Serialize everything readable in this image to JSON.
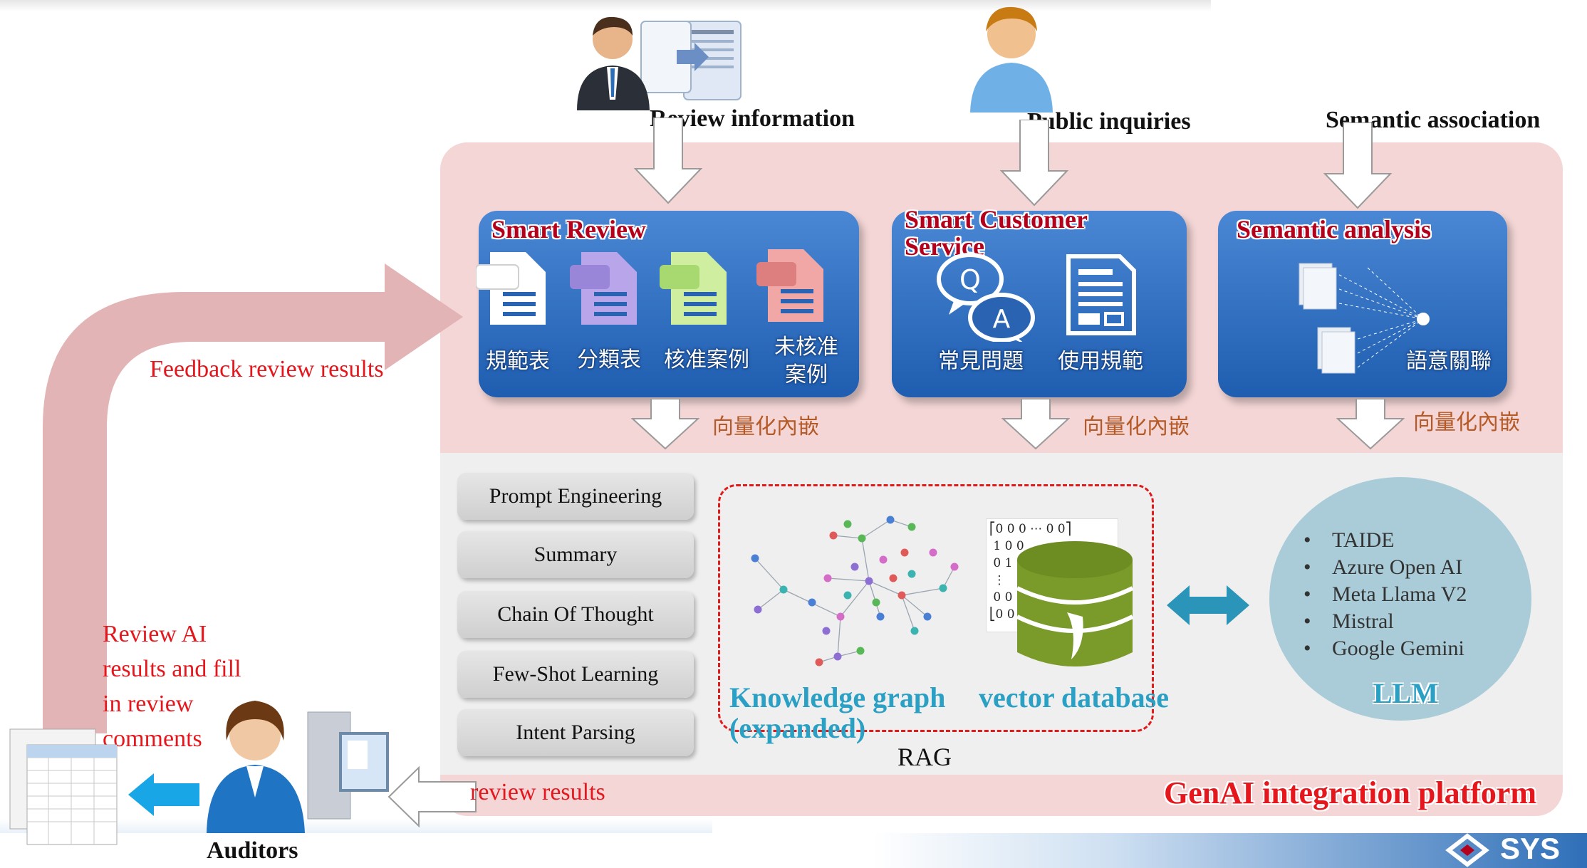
{
  "inputs": {
    "review_information": "Review information",
    "public_inquiries": "Public inquiries",
    "semantic_association": "Semantic association"
  },
  "smart_review": {
    "title": "Smart Review",
    "items": [
      "規範表",
      "分類表",
      "核准案例",
      "未核准\n案例"
    ]
  },
  "smart_customer_service": {
    "title": "Smart Customer\nService",
    "items": [
      "常見問題",
      "使用規範"
    ]
  },
  "semantic_analysis": {
    "title": "Semantic analysis",
    "item": "語意關聯"
  },
  "vectorization_label": "向量化內嵌",
  "techniques": [
    "Prompt Engineering",
    "Summary",
    "Chain Of Thought",
    "Few-Shot Learning",
    "Intent Parsing"
  ],
  "rag": {
    "label": "RAG",
    "knowledge_graph": "Knowledge graph\n(expanded)",
    "vector_database": "vector database"
  },
  "llm": {
    "label": "LLM",
    "models": [
      "TAIDE",
      "Azure Open AI",
      "Meta Llama V2",
      "Mistral",
      "Google Gemini"
    ]
  },
  "feedback_review_results": "Feedback review results",
  "review_ai_results": "Review AI\nresults and fill\nin review\ncomments",
  "review_results": "review results",
  "auditors": "Auditors",
  "platform_name": "GenAI integration platform",
  "logo_text": "SYS",
  "matrix_text": "⎡0 0 0 ⋯ 0 0⎤\n 1 0 0\n 0 1\n ⋮\n 0 0\n⎣0 0"
}
